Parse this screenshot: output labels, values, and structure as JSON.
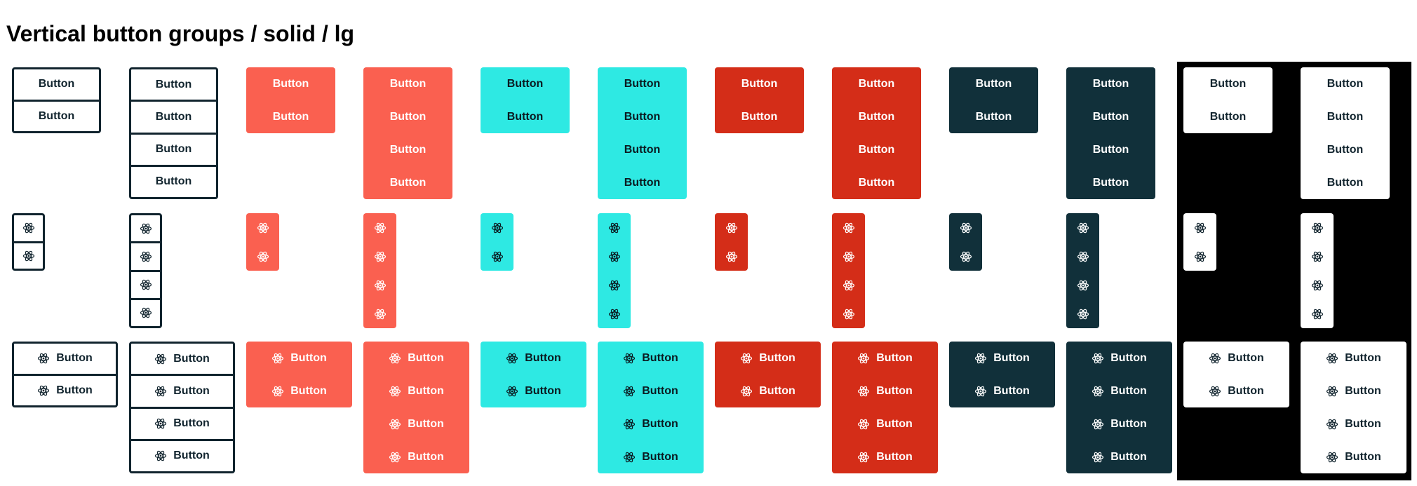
{
  "page": {
    "title": "Vertical button groups / solid / lg"
  },
  "button_label": "Button",
  "icon_name": "atom-icon",
  "colors": {
    "outline": {
      "bg": "#ffffff",
      "fg": "#11242e",
      "border": "#11242e"
    },
    "coral": {
      "bg": "#fa6050",
      "fg": "#ffffff"
    },
    "cyan": {
      "bg": "#2ee9e3",
      "fg": "#0b1a20"
    },
    "red": {
      "bg": "#d42d18",
      "fg": "#ffffff"
    },
    "dark": {
      "bg": "#11303a",
      "fg": "#ffffff"
    },
    "light": {
      "bg": "#ffffff",
      "fg": "#11242e"
    },
    "panel": "#000000"
  },
  "variants": [
    "outline",
    "coral",
    "cyan",
    "red",
    "dark",
    "light"
  ],
  "rows": [
    {
      "kind": "text",
      "counts": [
        2,
        4
      ]
    },
    {
      "kind": "icon",
      "counts": [
        2,
        4
      ]
    },
    {
      "kind": "icon-text",
      "counts": [
        2,
        4
      ]
    }
  ]
}
